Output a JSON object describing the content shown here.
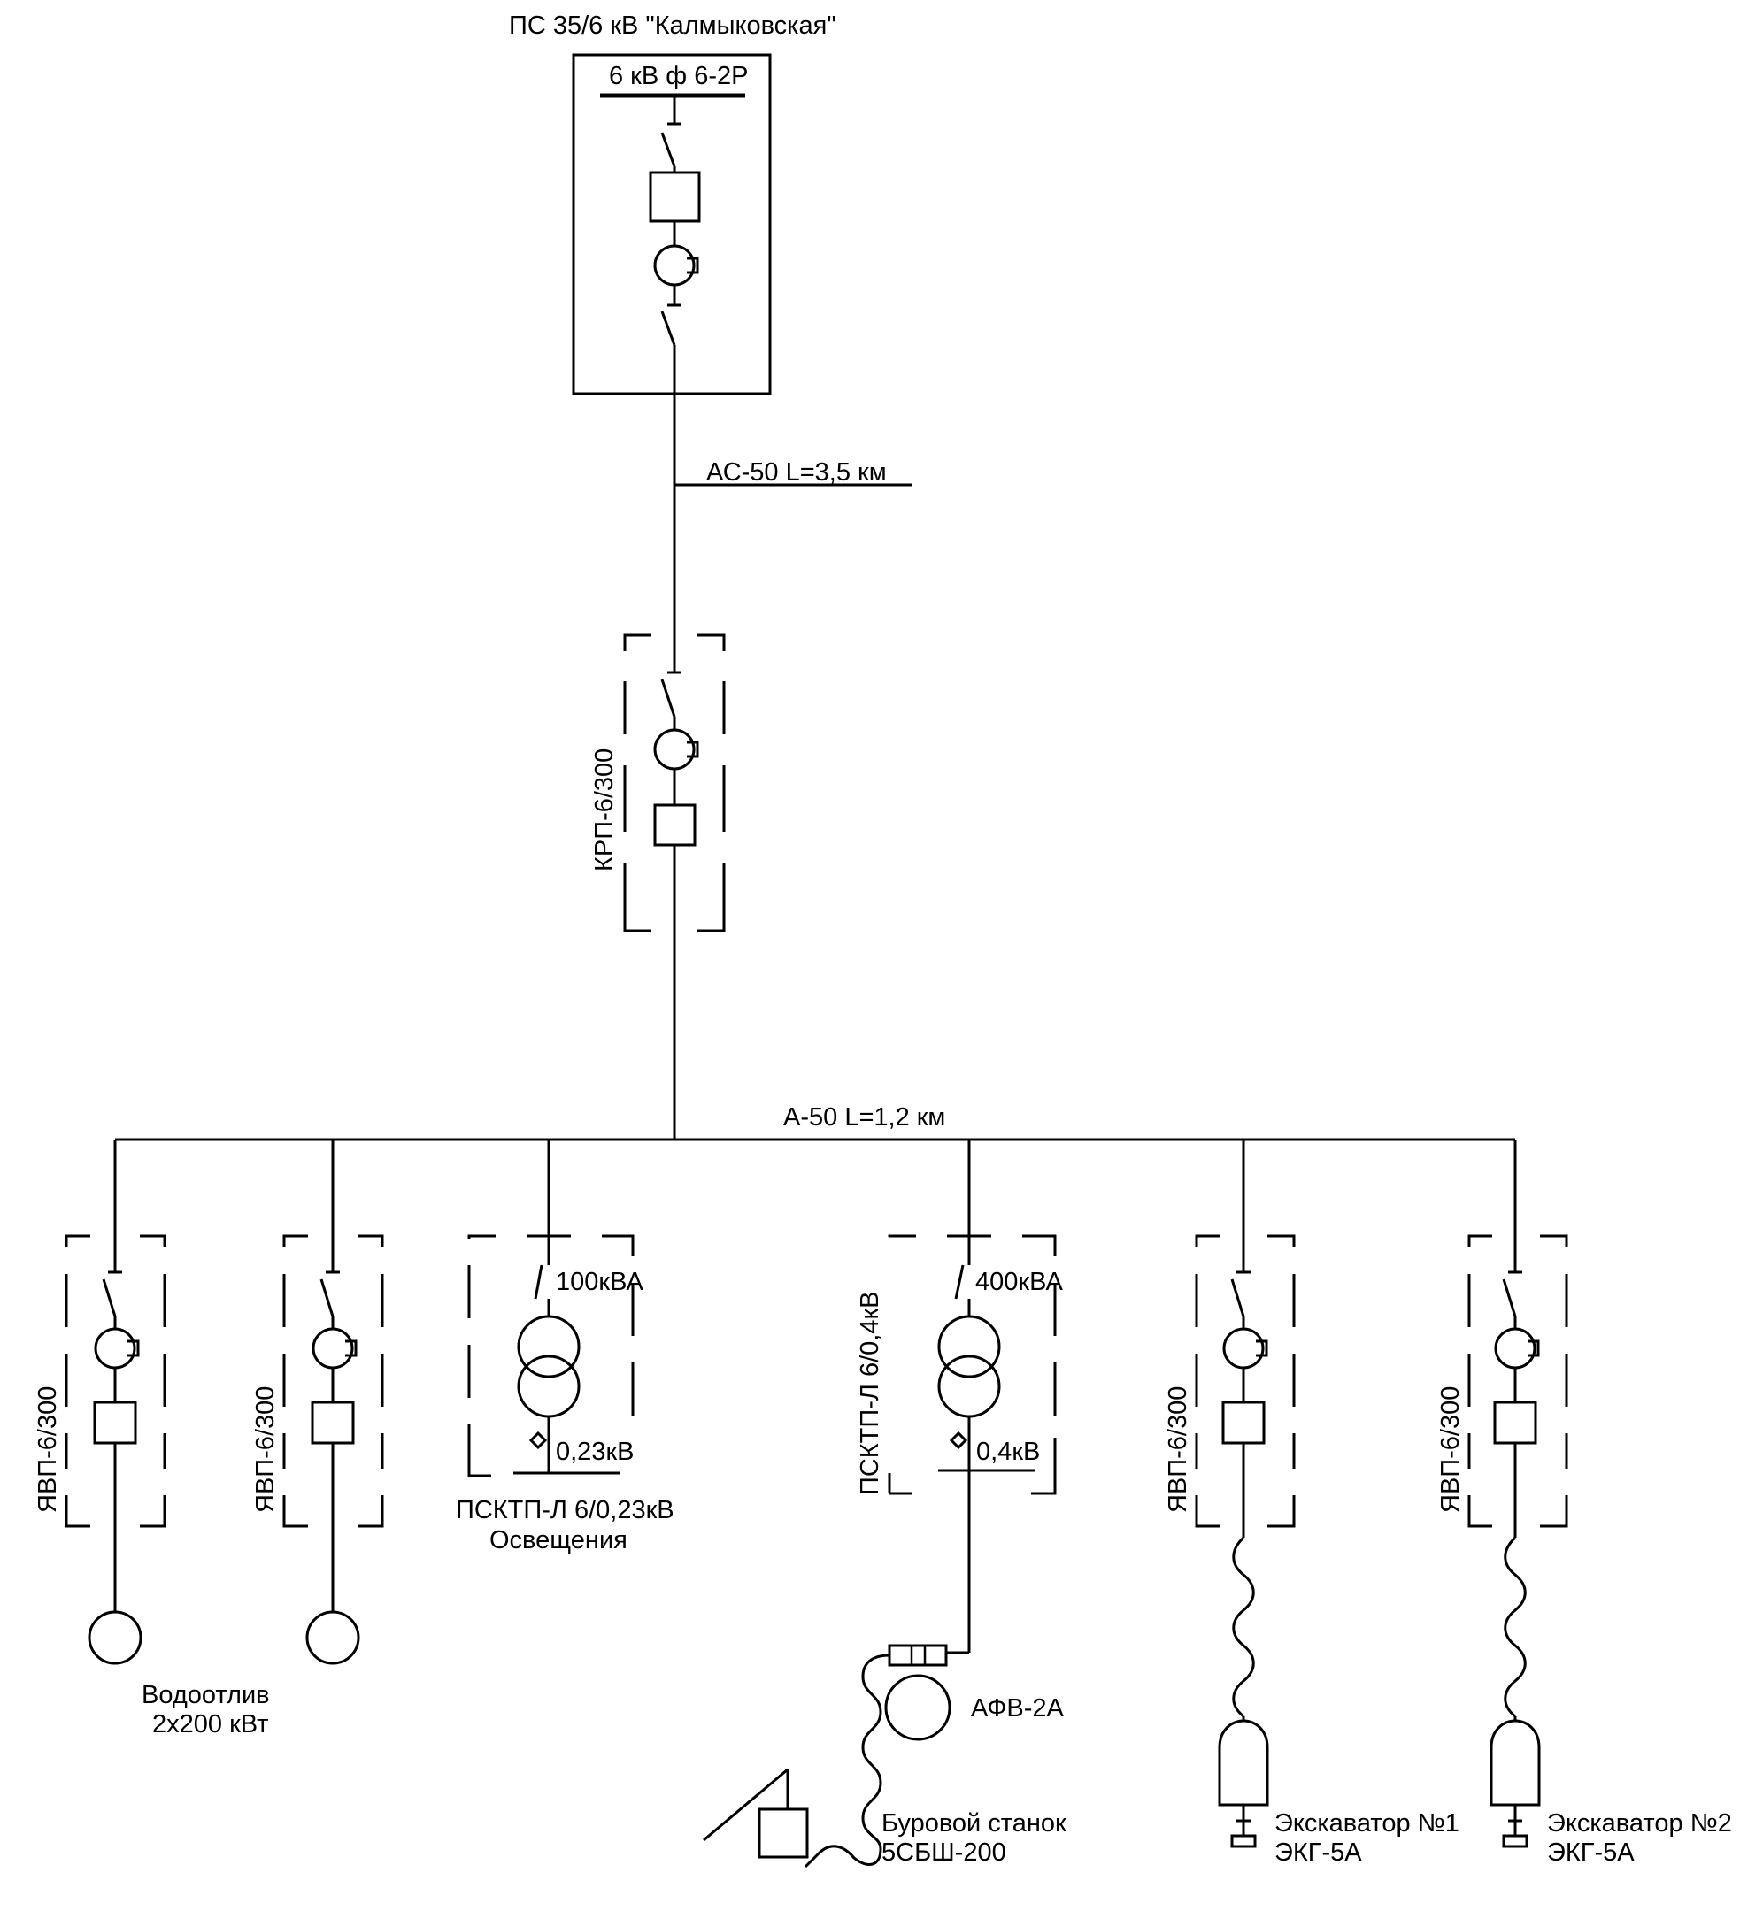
{
  "substation": {
    "title": "ПС 35/6 кВ \"Калмыковская\"",
    "feeder": "6 кВ ф 6-2Р"
  },
  "line_main": {
    "label": "АС-50  L=3,5 км"
  },
  "krp": {
    "label": "КРП-6/300"
  },
  "bus": {
    "label": "А-50   L=1,2 км"
  },
  "branches": {
    "yavp1": {
      "label": "ЯВП-6/300"
    },
    "yavp2": {
      "label": "ЯВП-6/300"
    },
    "tp_light": {
      "power": "100кВА",
      "lv": "0,23кВ",
      "name": "ПСКТП-Л 6/0,23кВ",
      "purpose": "Освещения"
    },
    "tp_drill": {
      "power": "400кВА",
      "lv": "0,4кВ",
      "name": "ПСКТП-Л 6/0,4кВ"
    },
    "yavp3": {
      "label": "ЯВП-6/300"
    },
    "yavp4": {
      "label": "ЯВП-6/300"
    }
  },
  "loads": {
    "pumps": {
      "line1": "Водоотлив",
      "line2": "2х200 кВт"
    },
    "afv": {
      "label": "АФВ-2А"
    },
    "drill": {
      "line1": "Буровой станок",
      "line2": "5СБШ-200"
    },
    "exc1": {
      "line1": "Экскаватор №1",
      "line2": "ЭКГ-5А"
    },
    "exc2": {
      "line1": "Экскаватор №2",
      "line2": "ЭКГ-5А"
    }
  }
}
